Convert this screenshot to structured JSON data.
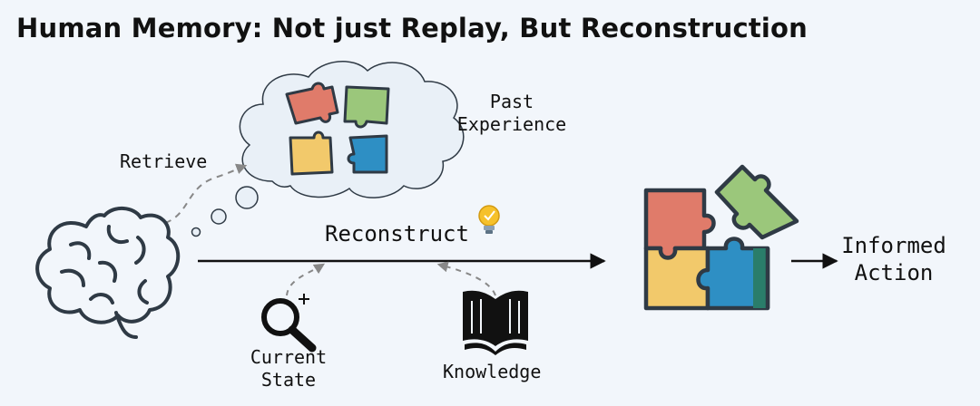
{
  "title": "Human Memory: Not just Replay, But Reconstruction",
  "labels": {
    "retrieve": "Retrieve",
    "past_experience_line1": "Past",
    "past_experience_line2": "Experience",
    "reconstruct": "Reconstruct",
    "current_state_line1": "Current",
    "current_state_line2": "State",
    "knowledge": "Knowledge",
    "informed_action_line1": "Informed",
    "informed_action_line2": "Action"
  },
  "icons": {
    "brain": "brain-icon",
    "thought_cloud": "thought-cloud-icon",
    "lightbulb": "lightbulb-icon",
    "magnifier": "magnifier-plus-icon",
    "book": "open-book-icon",
    "puzzle": "puzzle-icon"
  },
  "colors": {
    "puzzle_red": "#e07b6a",
    "puzzle_green": "#9bc77b",
    "puzzle_yellow": "#f2c96b",
    "puzzle_blue": "#2e8fc4",
    "cloud_fill": "#e9f0f7",
    "outline": "#2f3a45"
  }
}
